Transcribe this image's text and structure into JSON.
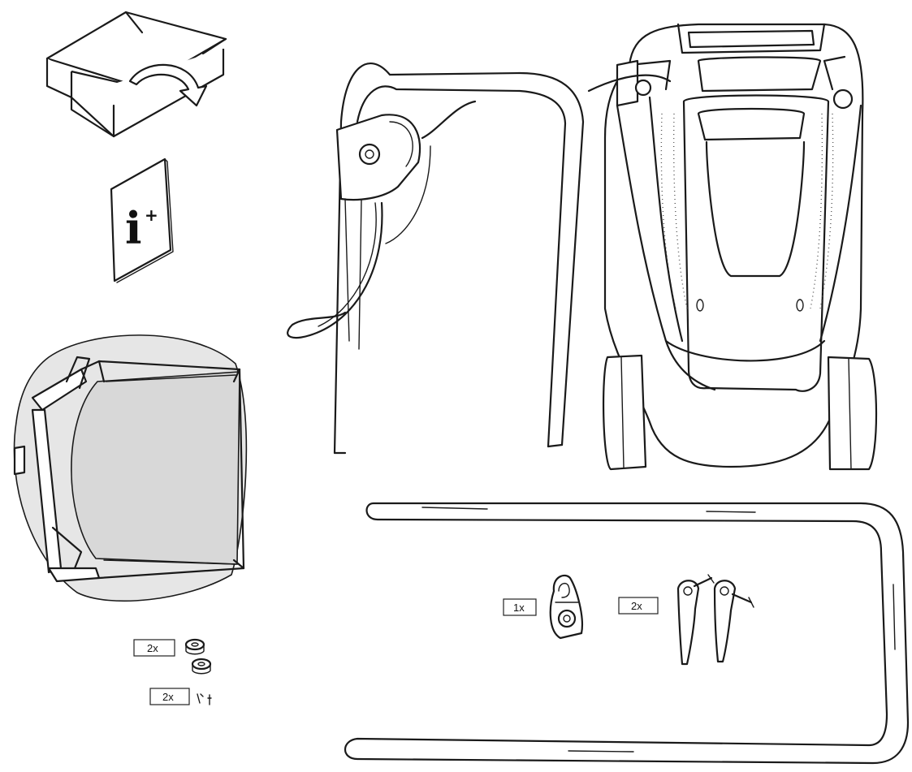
{
  "manual_page": {
    "info_symbol": {
      "letter": "i",
      "plus": "+"
    },
    "parts": [
      {
        "part": "handle-knob-pair",
        "quantity_label": "2x"
      },
      {
        "part": "small-clip-pair",
        "quantity_label": "2x"
      },
      {
        "part": "cable-clip",
        "quantity_label": "1x"
      },
      {
        "part": "quick-release-lever-pair",
        "quantity_label": "2x"
      }
    ]
  }
}
